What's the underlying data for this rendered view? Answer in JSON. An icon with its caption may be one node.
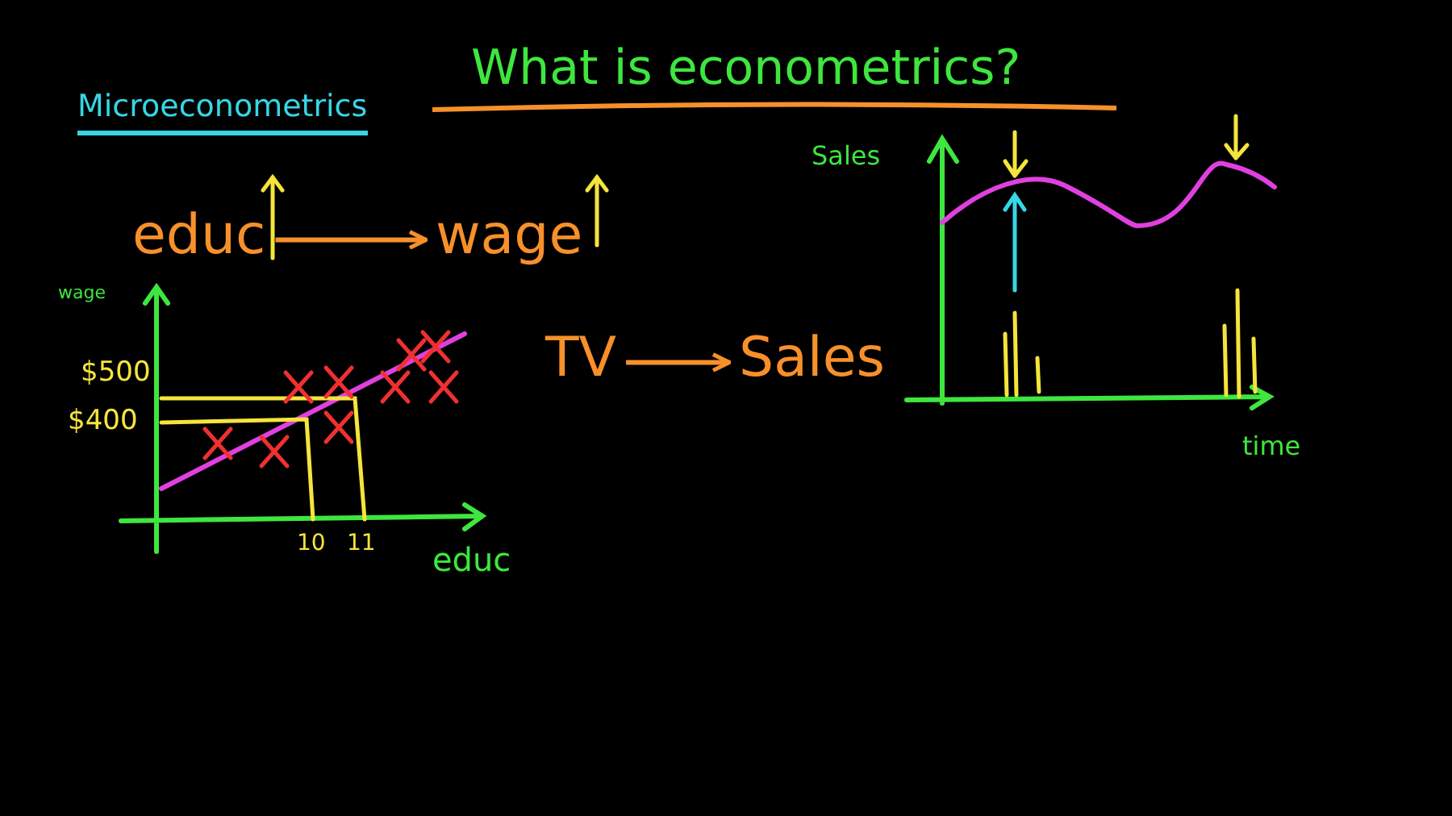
{
  "diagram": {
    "title": "What is econometrics?",
    "nodes": [
      {
        "text": [
          "educ"
        ]
      },
      {
        "text": [
          "wage"
        ]
      },
      {
        "text": [
          "TV"
        ]
      },
      {
        "text": [
          "Sales"
        ]
      }
    ],
    "edges": [
      {
        "from": 0,
        "to": 1,
        "arrow": "to"
      },
      {
        "from": 2,
        "to": 3,
        "arrow": "to"
      }
    ],
    "labels": [
      "Microeconometrics",
      "wage",
      "$500",
      "$400",
      "10",
      "11",
      "educ",
      "Sales",
      "time"
    ]
  }
}
